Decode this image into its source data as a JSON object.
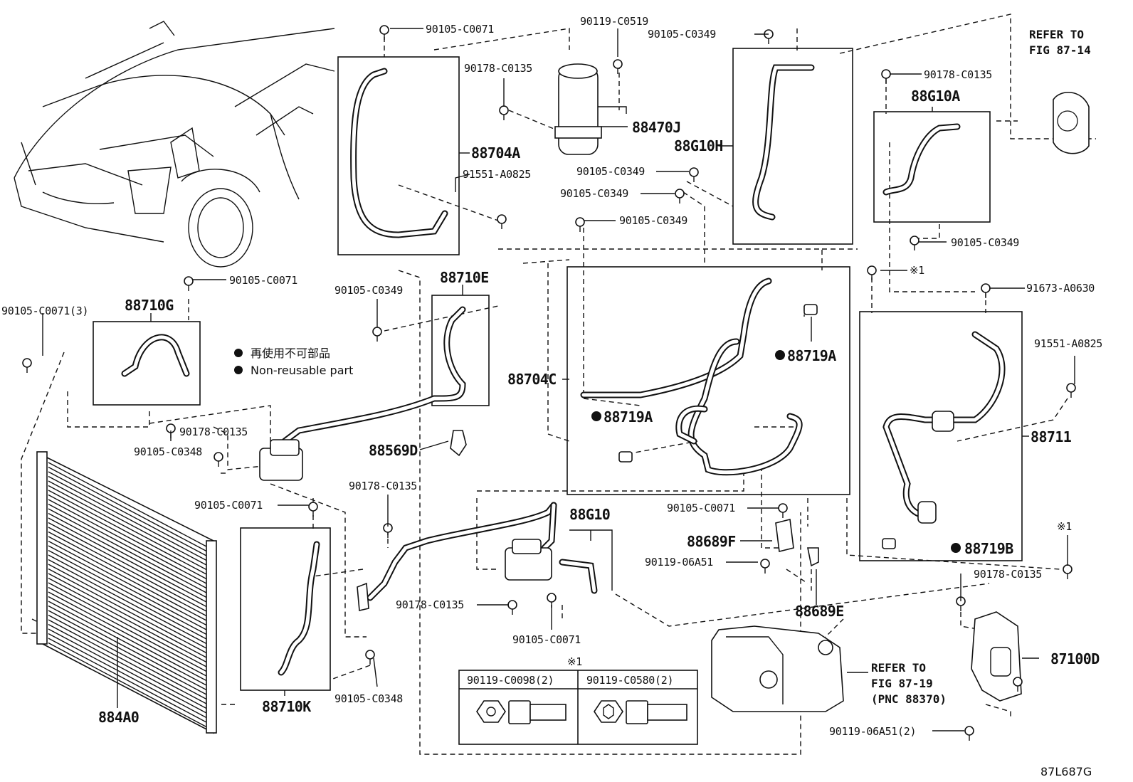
{
  "labels": {
    "p90105_C0071_a": "90105-C0071",
    "p90119_C0519": "90119-C0519",
    "p90105_C0349_top": "90105-C0349",
    "refer_14_line1": "REFER TO",
    "refer_14_line2": "FIG 87-14",
    "p90178_C0135_a": "90178-C0135",
    "p88704A": "88704A",
    "p91551_A0825_a": "91551-A0825",
    "p88470J": "88470J",
    "p88G10H": "88G10H",
    "p90105_C0349_a": "90105-C0349",
    "p90105_C0349_b": "90105-C0349",
    "p90105_C0349_c": "90105-C0349",
    "p90178_C0135_r": "90178-C0135",
    "p88G10A": "88G10A",
    "p90105_C0349_r": "90105-C0349",
    "p90105_C0071_b": "90105-C0071",
    "p88710G": "88710G",
    "p90105_C0071_3": "90105-C0071(3)",
    "p90105_C0349_l": "90105-C0349",
    "p88710E": "88710E",
    "mark1": "※1",
    "p91673_A0630": "91673-A0630",
    "p91551_A0825_b": "91551-A0825",
    "p88719A_a": "88719A",
    "p88704C": "88704C",
    "p88719A_b": "88719A",
    "p88711": "88711",
    "p90178_C0135_b": "90178-C0135",
    "p90105_C0348_a": "90105-C0348",
    "p88569D": "88569D",
    "p90178_C0135_c": "90178-C0135",
    "p90105_C0071_c": "90105-C0071",
    "p88G10": "88G10",
    "p90105_C0071_d": "90105-C0071",
    "p88689F": "88689F",
    "p90119_06A51": "90119-06A51",
    "p88719B": "88719B",
    "mark1b": "※1",
    "p90178_C0135_d": "90178-C0135",
    "p90178_C0135_e": "90178-C0135",
    "p88689E": "88689E",
    "p90105_C0071_e": "90105-C0071",
    "p87100D": "87100D",
    "refer_19_line1": "REFER TO",
    "refer_19_line2": "FIG 87-19",
    "refer_19_line3": "(PNC 88370)",
    "p90105_C0348_b": "90105-C0348",
    "p88710K": "88710K",
    "p884A0": "884A0",
    "p90119_06A51_2": "90119-06A51(2)",
    "mark1c": "※1",
    "table_col1": "90119-C0098(2)",
    "table_col2": "90119-C0580(2)",
    "fig_code": "87L687G"
  },
  "legend": {
    "jp": "再使用不可部品",
    "en": "Non-reusable part"
  }
}
